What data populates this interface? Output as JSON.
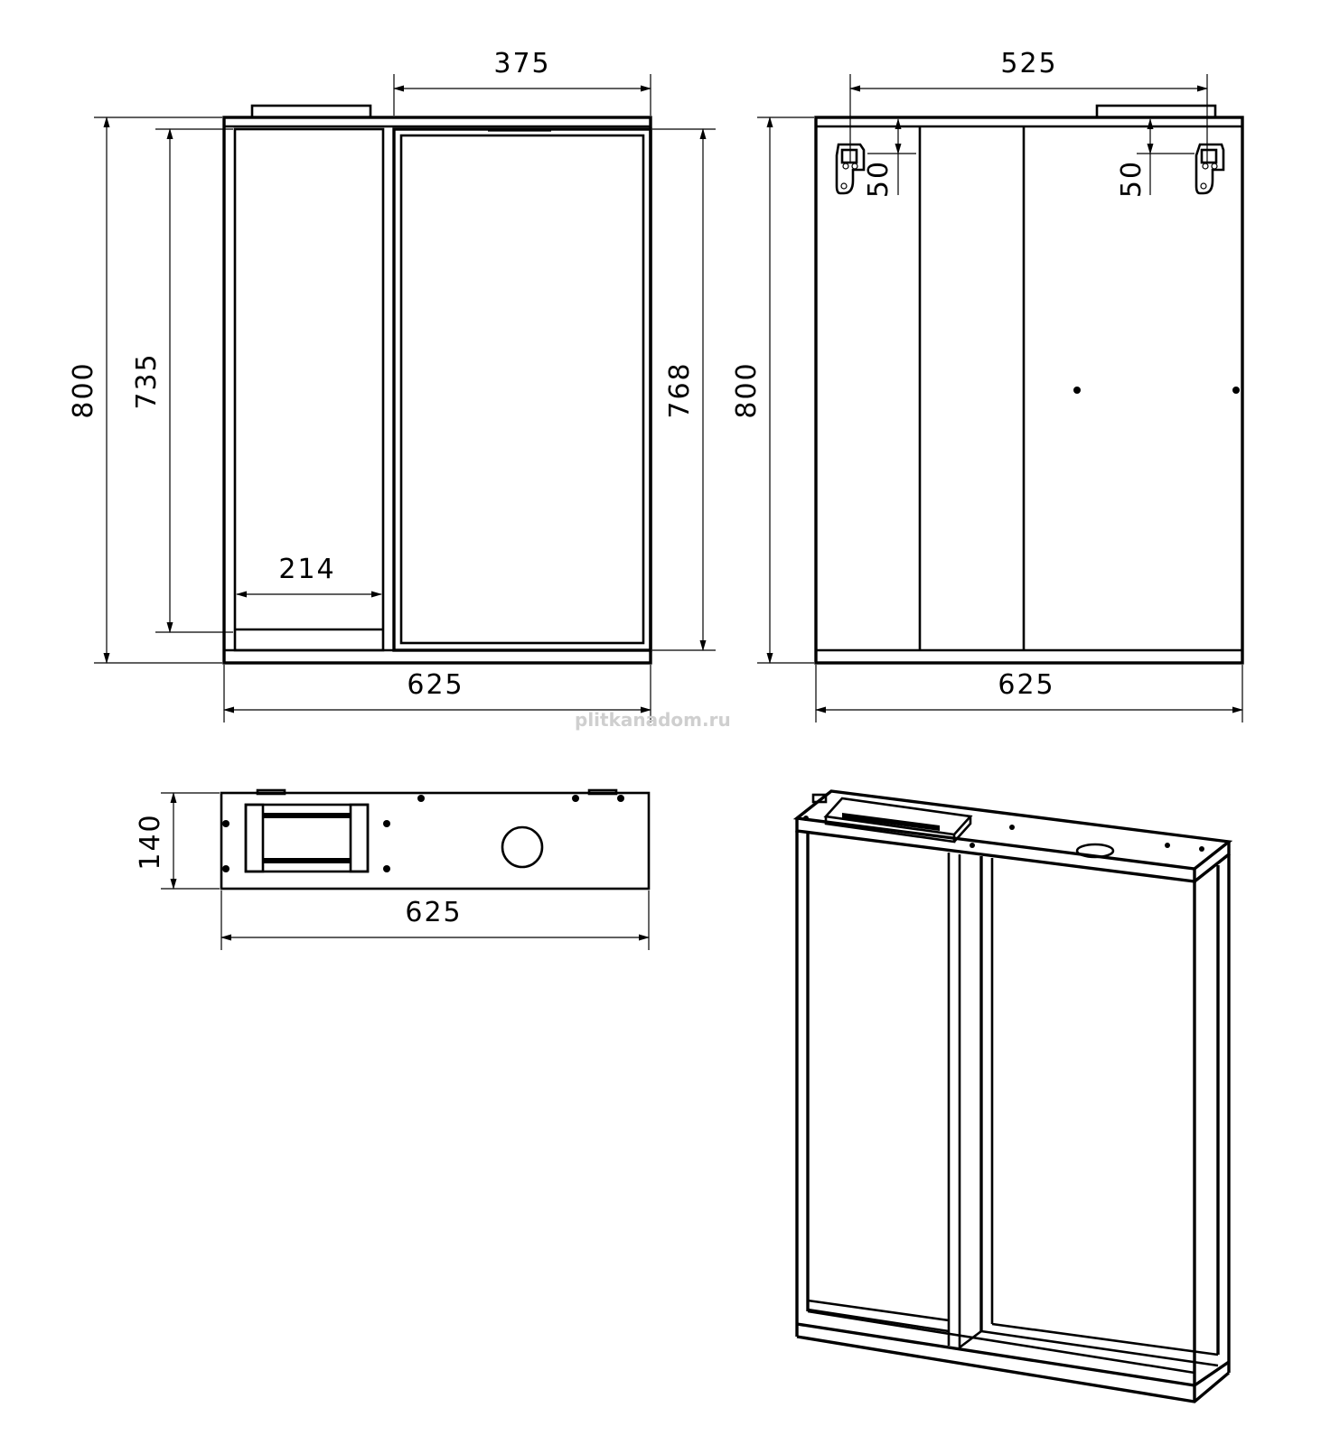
{
  "dimensions": {
    "front": {
      "mirror_width": "375",
      "total_height": "800",
      "shelf_section_height": "735",
      "mirror_height": "768",
      "shelf_width": "214",
      "total_width": "625"
    },
    "back": {
      "hanger_spacing": "525",
      "hanger_offset_left": "50",
      "hanger_offset_right": "50",
      "total_height": "800",
      "total_width": "625"
    },
    "top": {
      "depth": "140",
      "total_width": "625"
    }
  },
  "watermark": "plitkanadom.ru"
}
